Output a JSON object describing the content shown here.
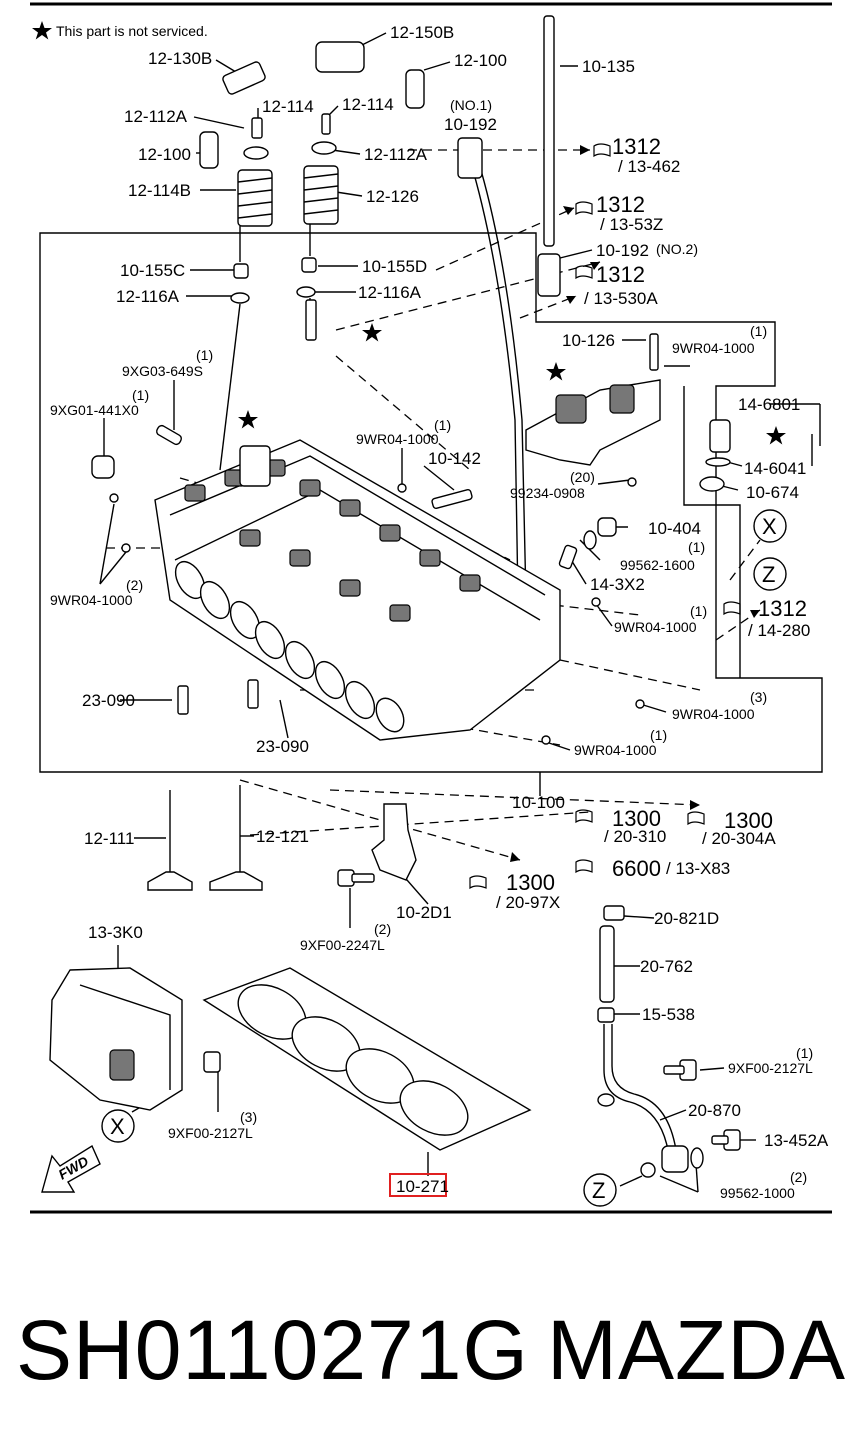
{
  "legend": {
    "note": "This part is not serviced."
  },
  "labels": {
    "l_12_150B": "12-150B",
    "l_12_130B": "12-130B",
    "l_12_100a": "12-100",
    "l_12_100b": "12-100",
    "l_10_135": "10-135",
    "l_12_112Aa": "12-112A",
    "l_12_114a": "12-114",
    "l_12_114b": "12-114",
    "l_no1": "(NO.1)",
    "l_10_192a": "10-192",
    "l_12_112Ab": "12-112A",
    "l_12_114B": "12-114B",
    "l_12_126": "12-126",
    "l_10_155C": "10-155C",
    "l_10_155D": "10-155D",
    "l_12_116Aa": "12-116A",
    "l_12_116Ab": "12-116A",
    "l_1312a": "1312",
    "l_13_462": "/ 13-462",
    "l_1312b": "1312",
    "l_13_53Z": "/ 13-53Z",
    "l_10_192b": "10-192",
    "l_no2": "(NO.2)",
    "l_1312c": "1312",
    "l_13_530A": "/ 13-530A",
    "l_10_126": "10-126",
    "l_q1a": "(1)",
    "l_9WR_a": "9WR04-1000",
    "l_q1b": "(1)",
    "l_9XG03": "9XG03-649S",
    "l_q1c": "(1)",
    "l_9XG01": "9XG01-441X0",
    "l_14_6801": "14-6801",
    "l_14_6041": "14-6041",
    "l_10_674": "10-674",
    "l_q1d": "(1)",
    "l_9WR_b": "9WR04-1000",
    "l_10_142": "10-142",
    "l_q20": "(20)",
    "l_99234": "99234-0908",
    "l_10_404": "10-404",
    "l_99562_1600": "99562-1600",
    "l_q1e": "(1)",
    "l_14_3X2": "14-3X2",
    "l_q2a": "(2)",
    "l_9WR_c": "9WR04-1000",
    "l_q1f": "(1)",
    "l_9WR_d": "9WR04-1000",
    "l_1312d": "1312",
    "l_14_280": "/ 14-280",
    "l_23_090a": "23-090",
    "l_23_090b": "23-090",
    "l_q3a": "(3)",
    "l_9WR_e": "9WR04-1000",
    "l_q1g": "(1)",
    "l_9WR_f": "9WR04-1000",
    "l_10_100": "10-100",
    "l_1300a": "1300",
    "l_20_310": "/ 20-310",
    "l_1300b": "1300",
    "l_20_304A": "/ 20-304A",
    "l_12_111": "12-111",
    "l_12_121": "12-121",
    "l_6600": "6600",
    "l_13_X83": "/ 13-X83",
    "l_1300c": "1300",
    "l_20_97X": "/ 20-97X",
    "l_10_2D1": "10-2D1",
    "l_q2b": "(2)",
    "l_9XF00_2247L": "9XF00-2247L",
    "l_20_821D": "20-821D",
    "l_13_3K0": "13-3K0",
    "l_20_762": "20-762",
    "l_15_538": "15-538",
    "l_q1h": "(1)",
    "l_9XF00_2127La": "9XF00-2127L",
    "l_20_870": "20-870",
    "l_13_452A": "13-452A",
    "l_q3b": "(3)",
    "l_9XF00_2127Lb": "9XF00-2127L",
    "l_q2c": "(2)",
    "l_99562_1000": "99562-1000",
    "l_10_271": "10-271",
    "l_X1": "X",
    "l_X2": "X",
    "l_Z1": "Z",
    "l_Z2": "Z",
    "l_fwd": "FWD"
  },
  "footer": {
    "part_number": "SH0110271G",
    "brand": "MAZDA"
  },
  "highlight": {
    "color": "#e02020"
  }
}
